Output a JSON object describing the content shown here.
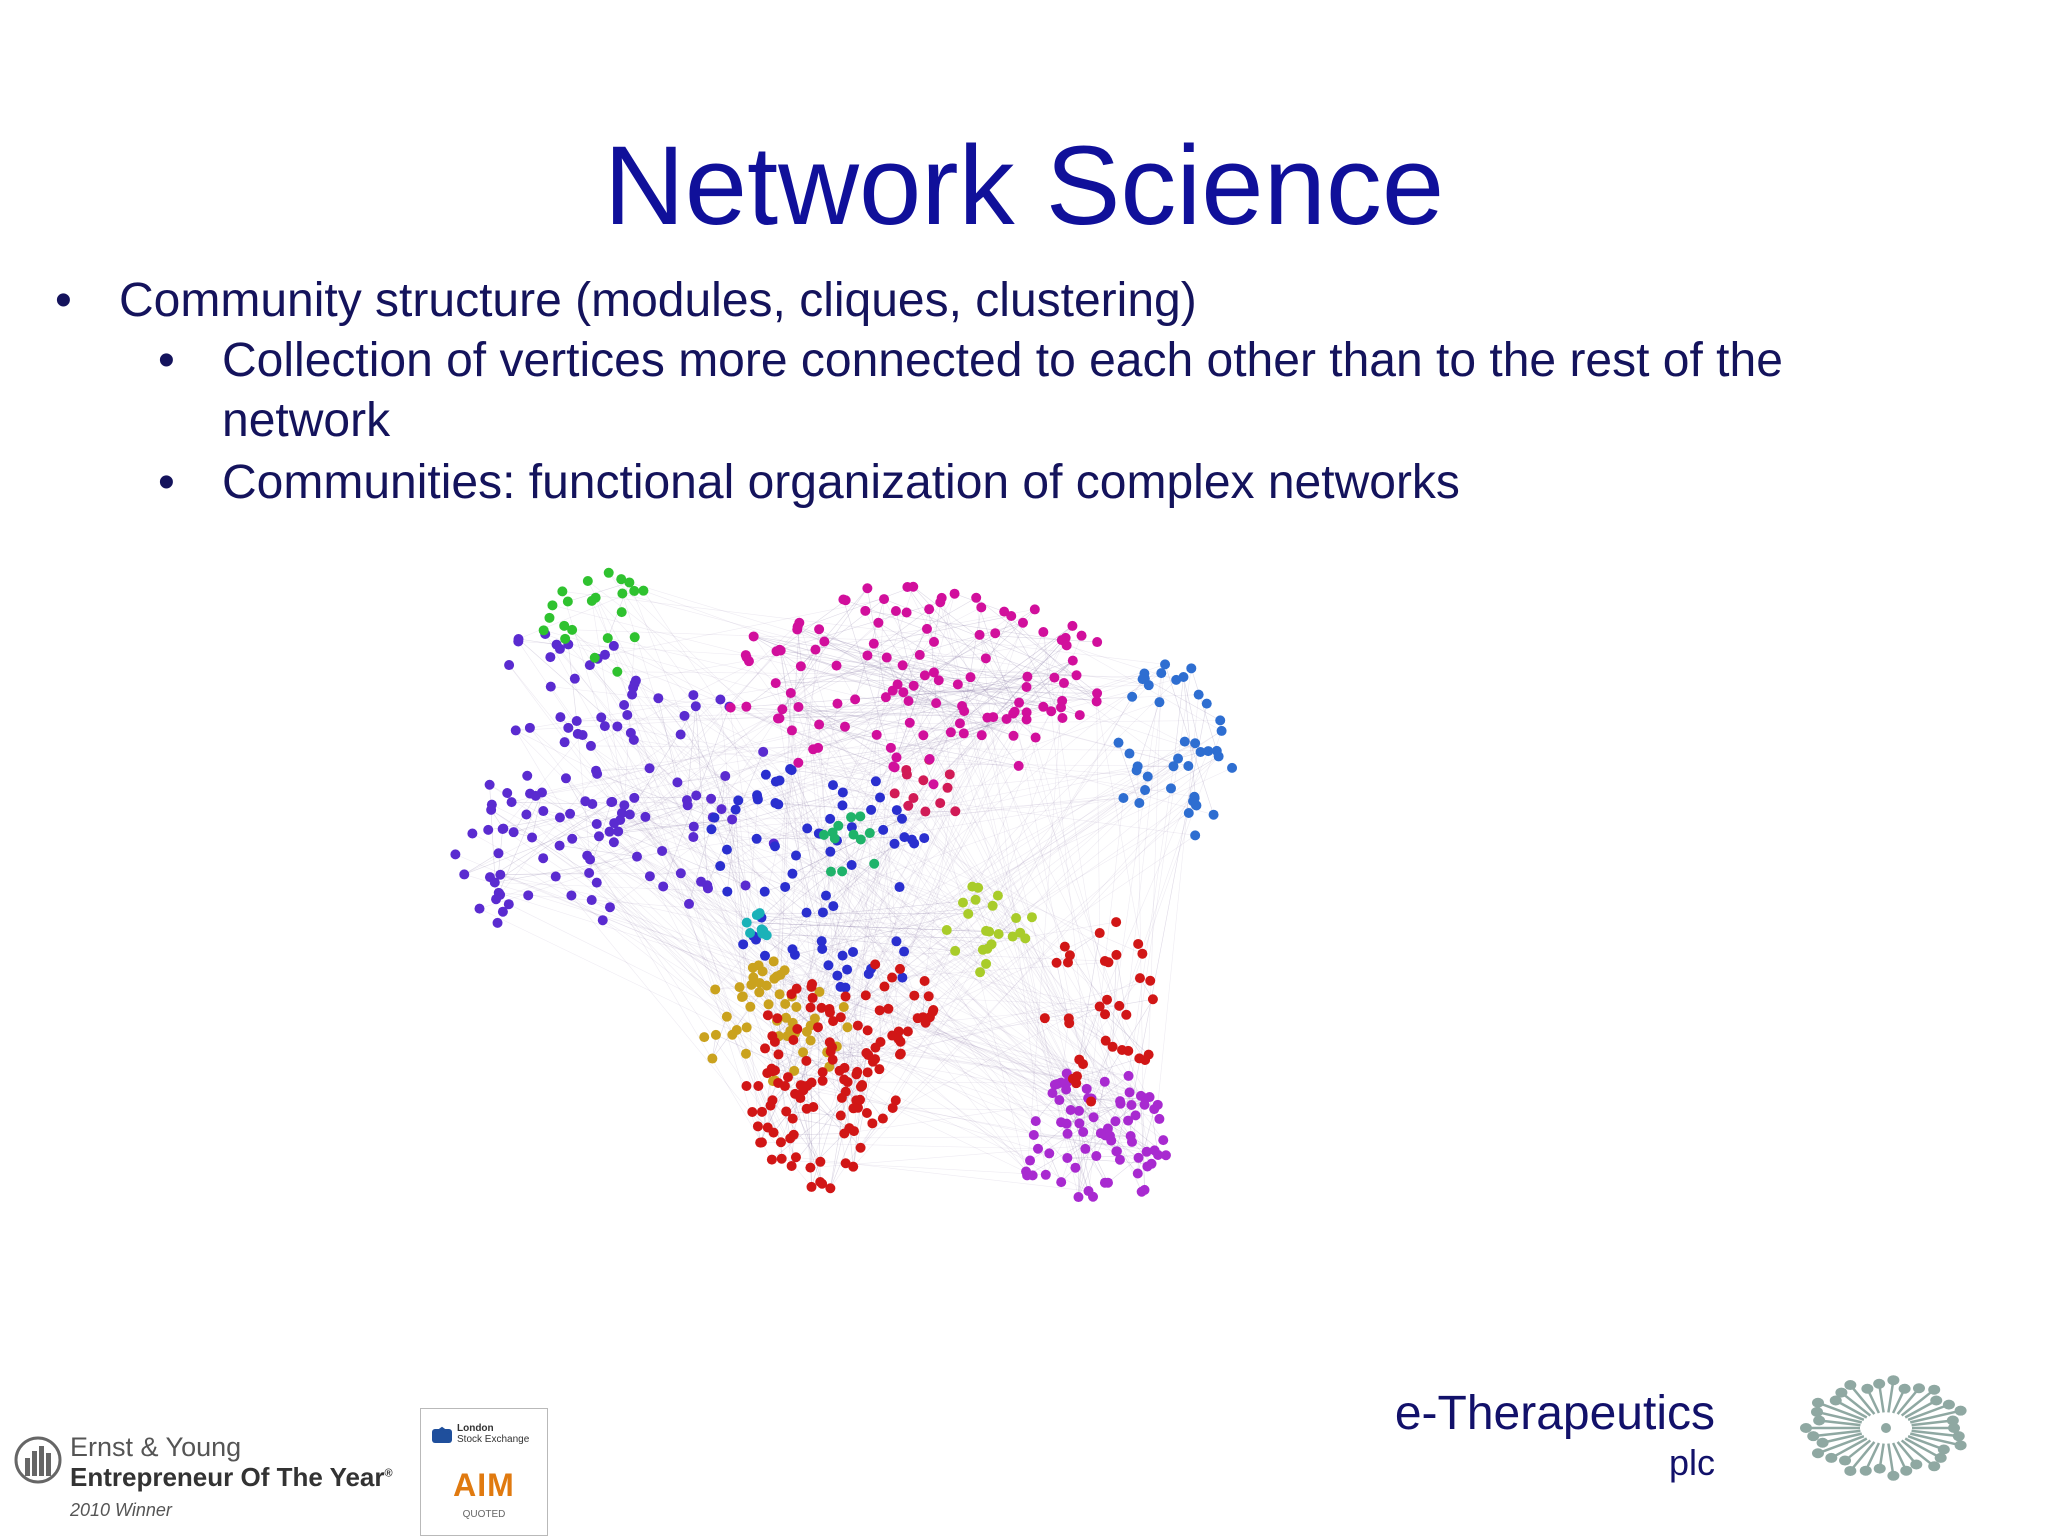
{
  "slide": {
    "title": "Network Science",
    "bullets": [
      {
        "level": 1,
        "lines": [
          "Community structure (modules, cliques, clustering)"
        ]
      },
      {
        "level": 2,
        "lines": [
          "Collection of vertices more connected to each other than to the rest of the",
          "network"
        ]
      },
      {
        "level": 2,
        "lines": [
          "Communities: functional organization of complex networks"
        ]
      }
    ],
    "bullet_glyph": "•"
  },
  "network_figure": {
    "communities": [
      {
        "color": "#5a2bd0"
      },
      {
        "color": "#2a2fcf"
      },
      {
        "color": "#caa21e"
      },
      {
        "color": "#2fc22f"
      },
      {
        "color": "#d11b56"
      },
      {
        "color": "#d10f9c"
      },
      {
        "color": "#2e6ed1"
      },
      {
        "color": "#a82ad0"
      },
      {
        "color": "#d11616"
      },
      {
        "color": "#1fb36a"
      },
      {
        "color": "#a9cc2a"
      },
      {
        "color": "#1ab2b8"
      }
    ]
  },
  "branding": {
    "company_name": "e-Therapeutics",
    "company_suffix": "plc",
    "logo_icon": "radial-burst-logo",
    "award": {
      "line1": "Ernst & Young",
      "line2": "Entrepreneur Of The Year",
      "line2_mark": "®",
      "line3": "2010 Winner",
      "icon": "bar-columns-icon"
    },
    "exchange_badge": {
      "line1": "London",
      "line2": "Stock Exchange",
      "mark": "AIM",
      "status": "QUOTED",
      "icon": "lse-crest-icon"
    },
    "colors": {
      "title": "#10109a",
      "body": "#14135c",
      "logo": "#8fa8a2",
      "aim": "#e07a10"
    }
  }
}
